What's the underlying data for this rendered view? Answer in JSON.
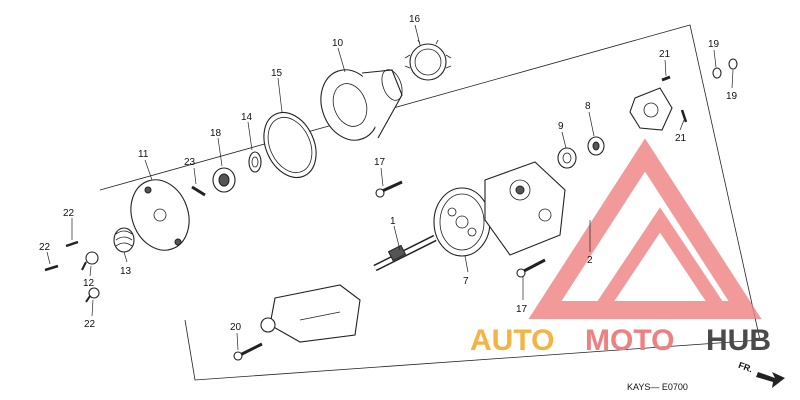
{
  "callouts": {
    "c1": "1",
    "c2": "2",
    "c7": "7",
    "c8": "8",
    "c9": "9",
    "c10": "10",
    "c11": "11",
    "c12": "12",
    "c13": "13",
    "c14": "14",
    "c15": "15",
    "c16": "16",
    "c17a": "17",
    "c17b": "17",
    "c18": "18",
    "c19a": "19",
    "c19b": "19",
    "c20": "20",
    "c21a": "21",
    "c21b": "21",
    "c22a": "22",
    "c22b": "22",
    "c22c": "22",
    "c23": "23"
  },
  "diagram_code": "KAYS— E0700",
  "direction_label": "FR.",
  "watermark": {
    "auto": "AUTO",
    "moto": "MOTO",
    "hub": "HUB",
    "color_orange": "#f5b342",
    "color_red": "#f08080",
    "color_grey": "#4a4a4a"
  }
}
